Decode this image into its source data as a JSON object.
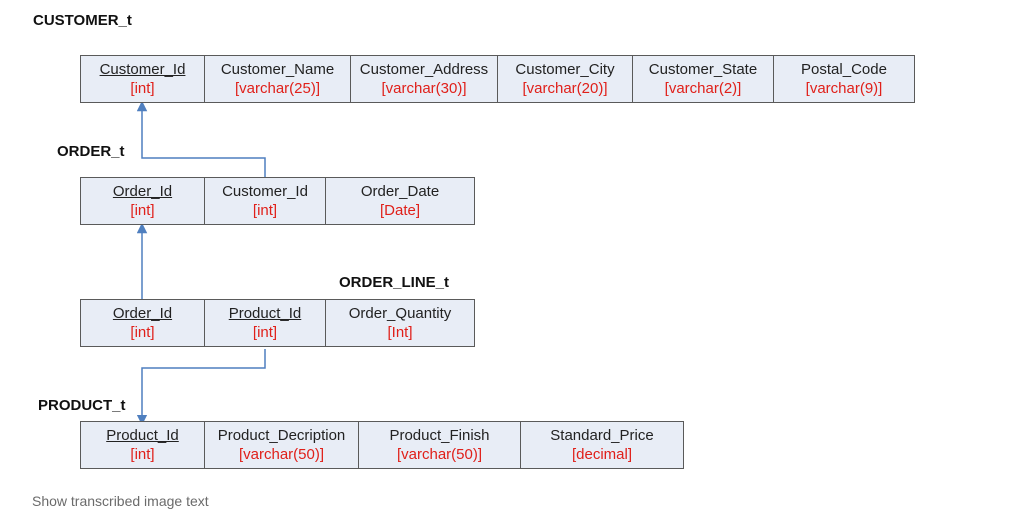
{
  "colors": {
    "line": "#4f7fbf",
    "border": "#5a5a5a",
    "fill": "#e8edf6",
    "type_text": "#e0201a"
  },
  "tables": {
    "customer": {
      "label": "CUSTOMER_t",
      "columns": [
        {
          "name": "Customer_Id",
          "type": "[int]",
          "pk": true
        },
        {
          "name": "Customer_Name",
          "type": "[varchar(25)]"
        },
        {
          "name": "Customer_Address",
          "type": "[varchar(30)]"
        },
        {
          "name": "Customer_City",
          "type": "[varchar(20)]"
        },
        {
          "name": "Customer_State",
          "type": "[varchar(2)]"
        },
        {
          "name": "Postal_Code",
          "type": "[varchar(9)]"
        }
      ]
    },
    "order": {
      "label": "ORDER_t",
      "columns": [
        {
          "name": "Order_Id",
          "type": "[int]",
          "pk": true
        },
        {
          "name": "Customer_Id",
          "type": "[int]"
        },
        {
          "name": "Order_Date",
          "type": "[Date]"
        }
      ]
    },
    "order_line": {
      "label": "ORDER_LINE_t",
      "columns": [
        {
          "name": "Order_Id",
          "type": "[int]",
          "pk": true
        },
        {
          "name": "Product_Id",
          "type": "[int]",
          "pk": true
        },
        {
          "name": "Order_Quantity",
          "type": "[Int]"
        }
      ]
    },
    "product": {
      "label": "PRODUCT_t",
      "columns": [
        {
          "name": "Product_Id",
          "type": "[int]",
          "pk": true
        },
        {
          "name": "Product_Decription",
          "type": "[varchar(50)]"
        },
        {
          "name": "Product_Finish",
          "type": "[varchar(50)]"
        },
        {
          "name": "Standard_Price",
          "type": "[decimal]"
        }
      ]
    }
  },
  "footer": {
    "link_text": "Show transcribed image text"
  }
}
